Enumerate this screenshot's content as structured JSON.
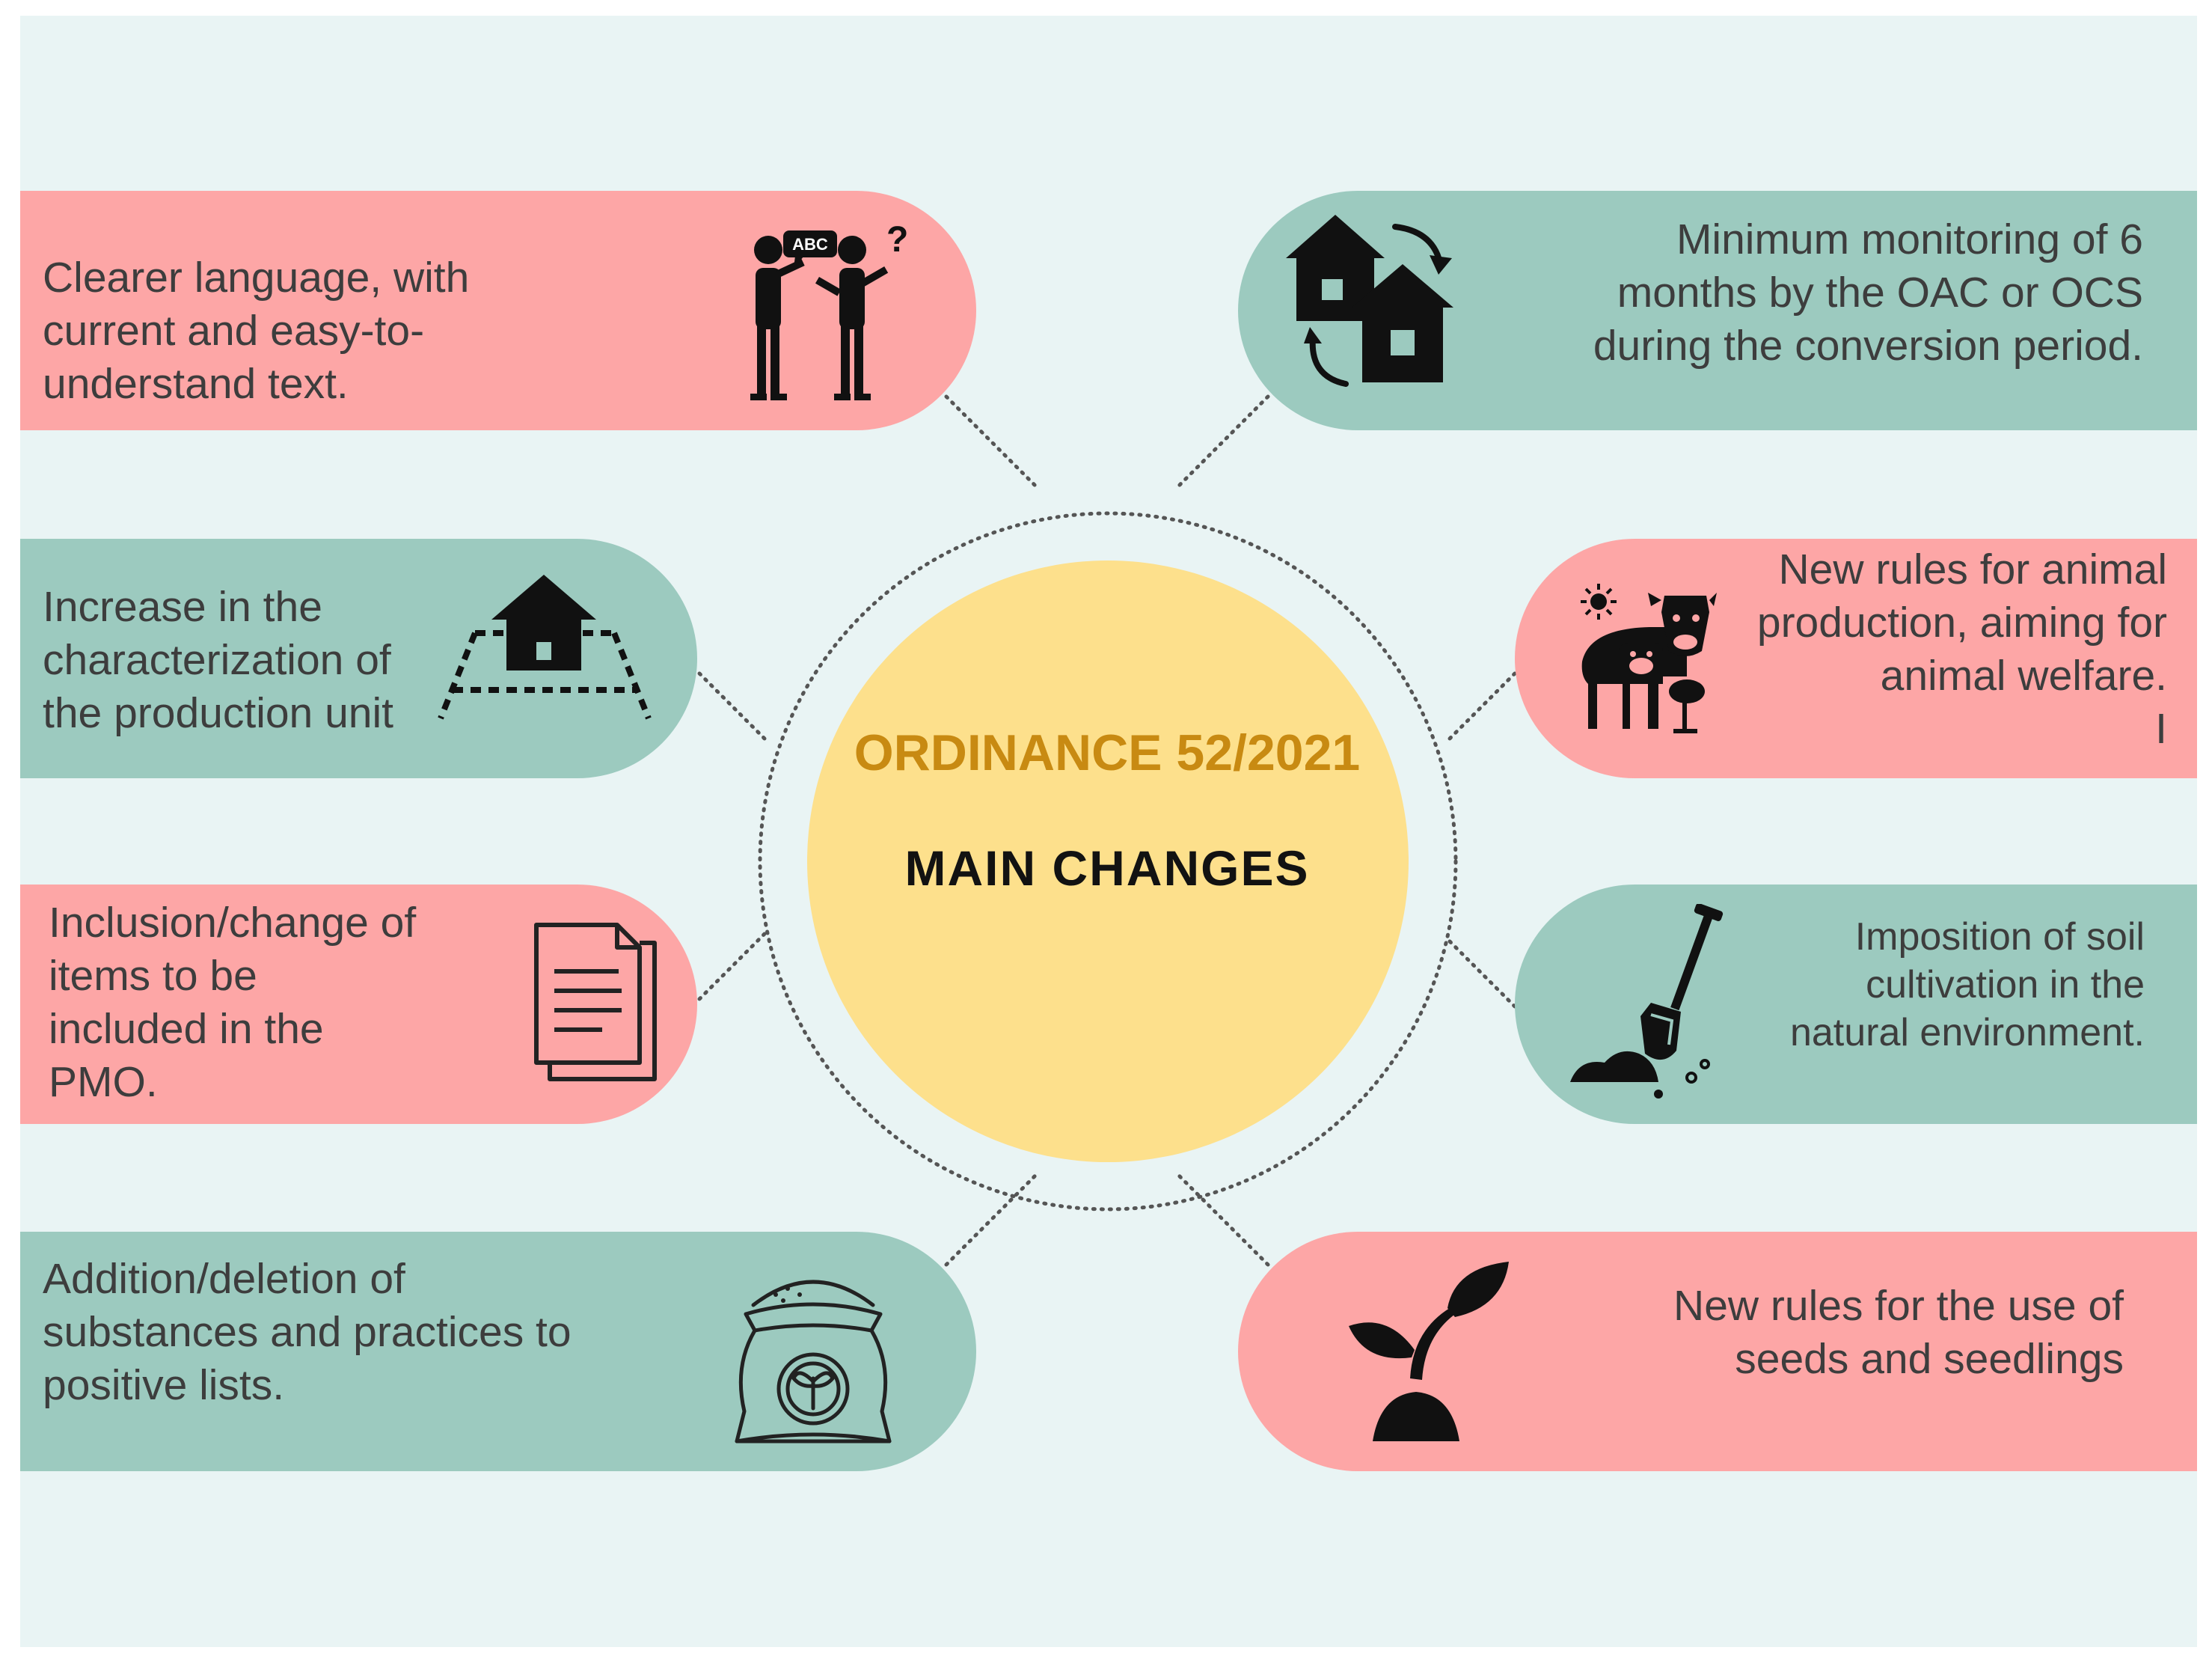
{
  "center": {
    "title": "ORDINANCE 52/2021",
    "subtitle": "MAIN CHANGES"
  },
  "colors": {
    "background": "#e9f4f4",
    "pink": "#fda6a6",
    "teal": "#9ccabf",
    "circle": "#fde08c",
    "title": "#c88a12"
  },
  "items": [
    {
      "side": "left",
      "color": "pink",
      "icon": "people-conversation-icon",
      "lines": [
        "Clearer language, with",
        "current and easy-to-",
        "understand text."
      ]
    },
    {
      "side": "left",
      "color": "teal",
      "icon": "house-plot-icon",
      "lines": [
        "Increase in the",
        "characterization of",
        "the production unit"
      ]
    },
    {
      "side": "left",
      "color": "pink",
      "icon": "document-icon",
      "lines": [
        "Inclusion/change of",
        "items to be",
        "included in the",
        "PMO."
      ]
    },
    {
      "side": "left",
      "color": "teal",
      "icon": "fertilizer-sack-icon",
      "lines": [
        "Addition/deletion of",
        "substances and practices to",
        "positive lists."
      ]
    },
    {
      "side": "right",
      "color": "teal",
      "icon": "houses-cycle-icon",
      "lines": [
        "Minimum monitoring of 6",
        "months by the OAC or OCS",
        "during the conversion period."
      ]
    },
    {
      "side": "right",
      "color": "pink",
      "icon": "farm-animals-icon",
      "lines": [
        "New rules for animal",
        "production, aiming for",
        "animal welfare.",
        "I"
      ]
    },
    {
      "side": "right",
      "color": "teal",
      "icon": "shovel-soil-icon",
      "lines": [
        "Imposition of soil",
        "cultivation in the",
        "natural environment."
      ]
    },
    {
      "side": "right",
      "color": "pink",
      "icon": "seedling-icon",
      "lines": [
        "New rules for the use of",
        "seeds and seedlings"
      ]
    }
  ]
}
